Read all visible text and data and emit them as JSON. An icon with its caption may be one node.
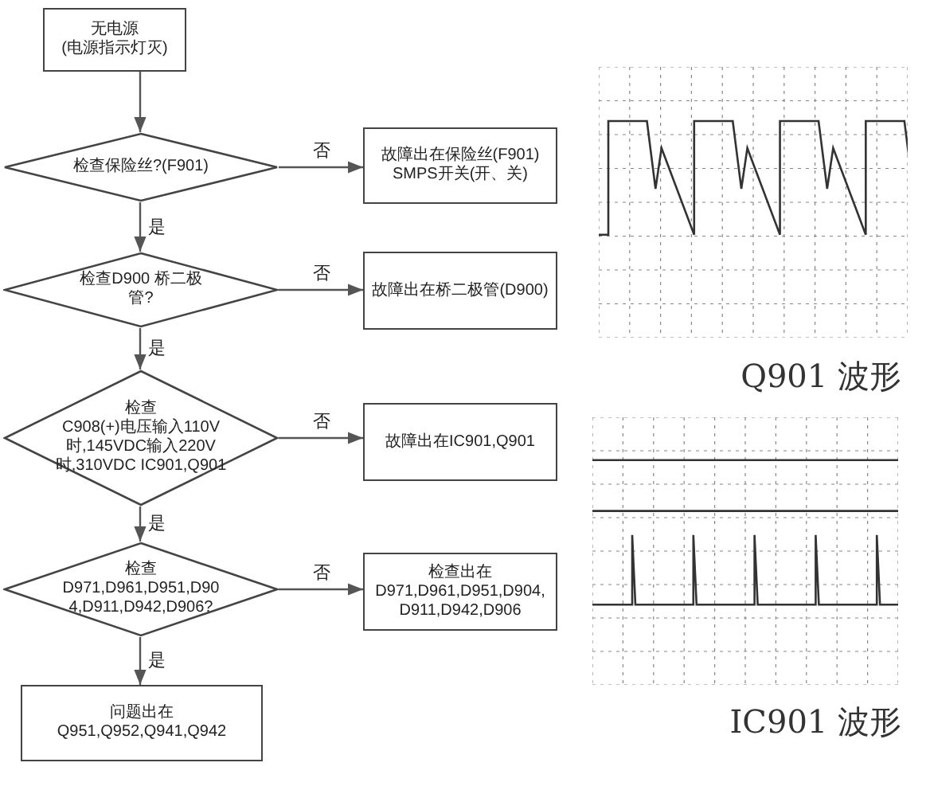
{
  "diagram": {
    "nodes": [
      {
        "text": [
          "无电源",
          "(电源指示灯灭)"
        ]
      },
      {
        "text": [
          "检查保险丝?(F901)"
        ]
      },
      {
        "text": [
          "故障出在保险丝(F901) SMPS开关(开、关)"
        ]
      },
      {
        "text": [
          "检查D900 桥二极管?"
        ]
      },
      {
        "text": [
          "故障出在桥二极管(D900)"
        ]
      },
      {
        "text": [
          "检查",
          "C908(+)电压输入110V时,145VDC输入220V时,310VDC IC901,Q901"
        ]
      },
      {
        "text": [
          "故障出在IC901,Q901"
        ]
      },
      {
        "text": [
          "检查",
          "D971,D961,D951,D904,D911,D942,D906?"
        ]
      },
      {
        "text": [
          "检查出在",
          "D971,D961,D951,D904,D911,D942,D906"
        ]
      },
      {
        "text": [
          "问题出在",
          "Q951,Q952,Q941,Q942"
        ]
      }
    ],
    "edges": [
      {
        "from": 0,
        "to": 1,
        "arrow": "to"
      },
      {
        "from": 1,
        "to": 2,
        "arrow": "to",
        "label": "否"
      },
      {
        "from": 1,
        "to": 3,
        "arrow": "to",
        "label": "是"
      },
      {
        "from": 3,
        "to": 4,
        "arrow": "to",
        "label": "否"
      },
      {
        "from": 3,
        "to": 5,
        "arrow": "to",
        "label": "是"
      },
      {
        "from": 5,
        "to": 6,
        "arrow": "to",
        "label": "否"
      },
      {
        "from": 5,
        "to": 7,
        "arrow": "to",
        "label": "是"
      },
      {
        "from": 7,
        "to": 8,
        "arrow": "to",
        "label": "否"
      },
      {
        "from": 7,
        "to": 9,
        "arrow": "to",
        "label": "是"
      }
    ],
    "labels": [
      "Q901 波形",
      "IC901 波形"
    ]
  }
}
